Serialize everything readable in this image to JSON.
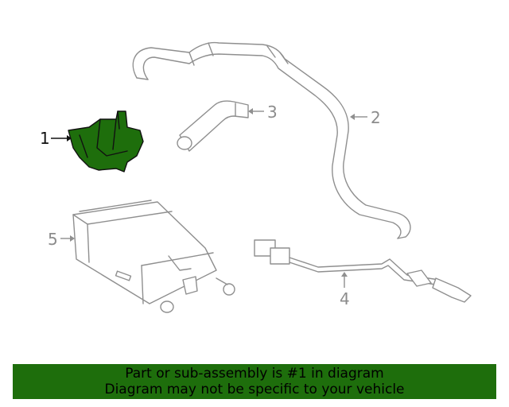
{
  "callouts": {
    "c1": "1",
    "c2": "2",
    "c3": "3",
    "c4": "4",
    "c5": "5"
  },
  "highlight": {
    "part_number": "1",
    "fill_color": "#1e6e0c"
  },
  "banner": {
    "line1": "Part or sub-assembly is #1 in diagram",
    "line2": "Diagram may not be specific to your vehicle",
    "background": "#1e6e0c"
  }
}
